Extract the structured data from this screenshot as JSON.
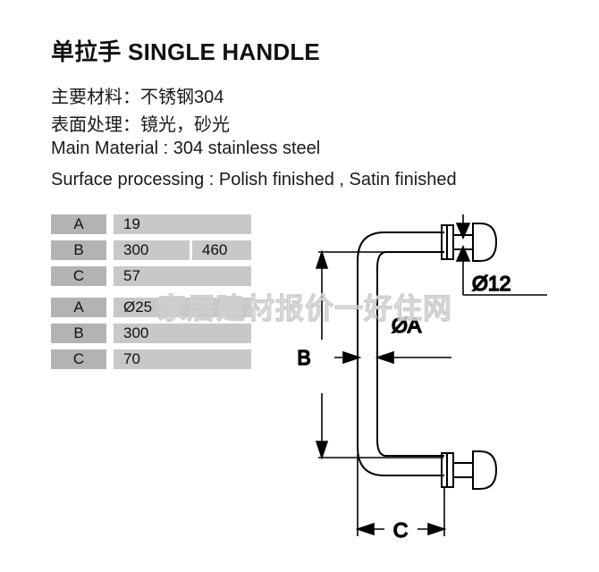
{
  "title": "单拉手 SINGLE HANDLE",
  "specs": {
    "material_cn": "主要材料：不锈钢304",
    "surface_cn": "表面处理：镜光，砂光",
    "material_en": "Main Material : 304 stainless steel",
    "surface_en": "Surface processing : Polish finished , Satin finished"
  },
  "tables": [
    {
      "rows": [
        {
          "label": "A",
          "value": "19",
          "value2": ""
        },
        {
          "label": "B",
          "value": "300",
          "value2": "460"
        },
        {
          "label": "C",
          "value": "57",
          "value2": ""
        }
      ]
    },
    {
      "rows": [
        {
          "label": "A",
          "value": "Ø25",
          "value2": ""
        },
        {
          "label": "B",
          "value": "300",
          "value2": ""
        },
        {
          "label": "C",
          "value": "70",
          "value2": ""
        }
      ]
    }
  ],
  "watermark": "家居建材报价一好住网",
  "drawing": {
    "labels": {
      "diameter_12": "Ø12",
      "diameter_a": "ØA",
      "dim_b": "B",
      "dim_c": "C"
    },
    "colors": {
      "line": "#000000",
      "background": "#ffffff"
    }
  }
}
